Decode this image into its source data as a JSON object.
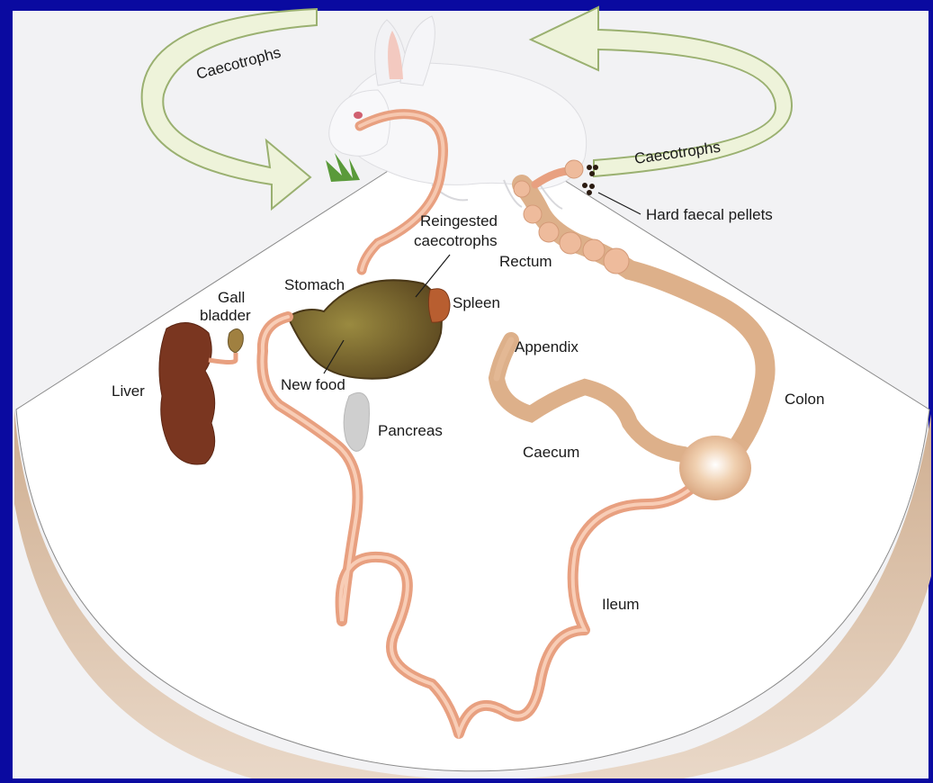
{
  "labels": {
    "caecotrophs_left": "Caecotrophs",
    "caecotrophs_right": "Caecotrophs",
    "hard_faecal_pellets": "Hard faecal pellets",
    "reingested_line1": "Reingested",
    "reingested_line2": "caecotrophs",
    "rectum": "Rectum",
    "stomach": "Stomach",
    "spleen": "Spleen",
    "gall_line1": "Gall",
    "gall_line2": "bladder",
    "liver": "Liver",
    "new_food": "New food",
    "appendix": "Appendix",
    "colon": "Colon",
    "pancreas": "Pancreas",
    "caecum": "Caecum",
    "ileum": "Ileum"
  },
  "colors": {
    "background": "#0a0aa0",
    "page": "#f4f4f6",
    "gut": "#e8a080",
    "gut_dark": "#c9704f",
    "colon": "#ddb08a",
    "liver": "#7a3620",
    "stomach": "#7a6230",
    "arrow_fill": "#e8f0d0",
    "arrow_stroke": "#9ab070",
    "pancreas": "#cfcfcf",
    "shadow": "#c9a78a"
  },
  "icons": {
    "rabbit": "rabbit-illustration",
    "cycle_arrow": "curved-arrow"
  }
}
